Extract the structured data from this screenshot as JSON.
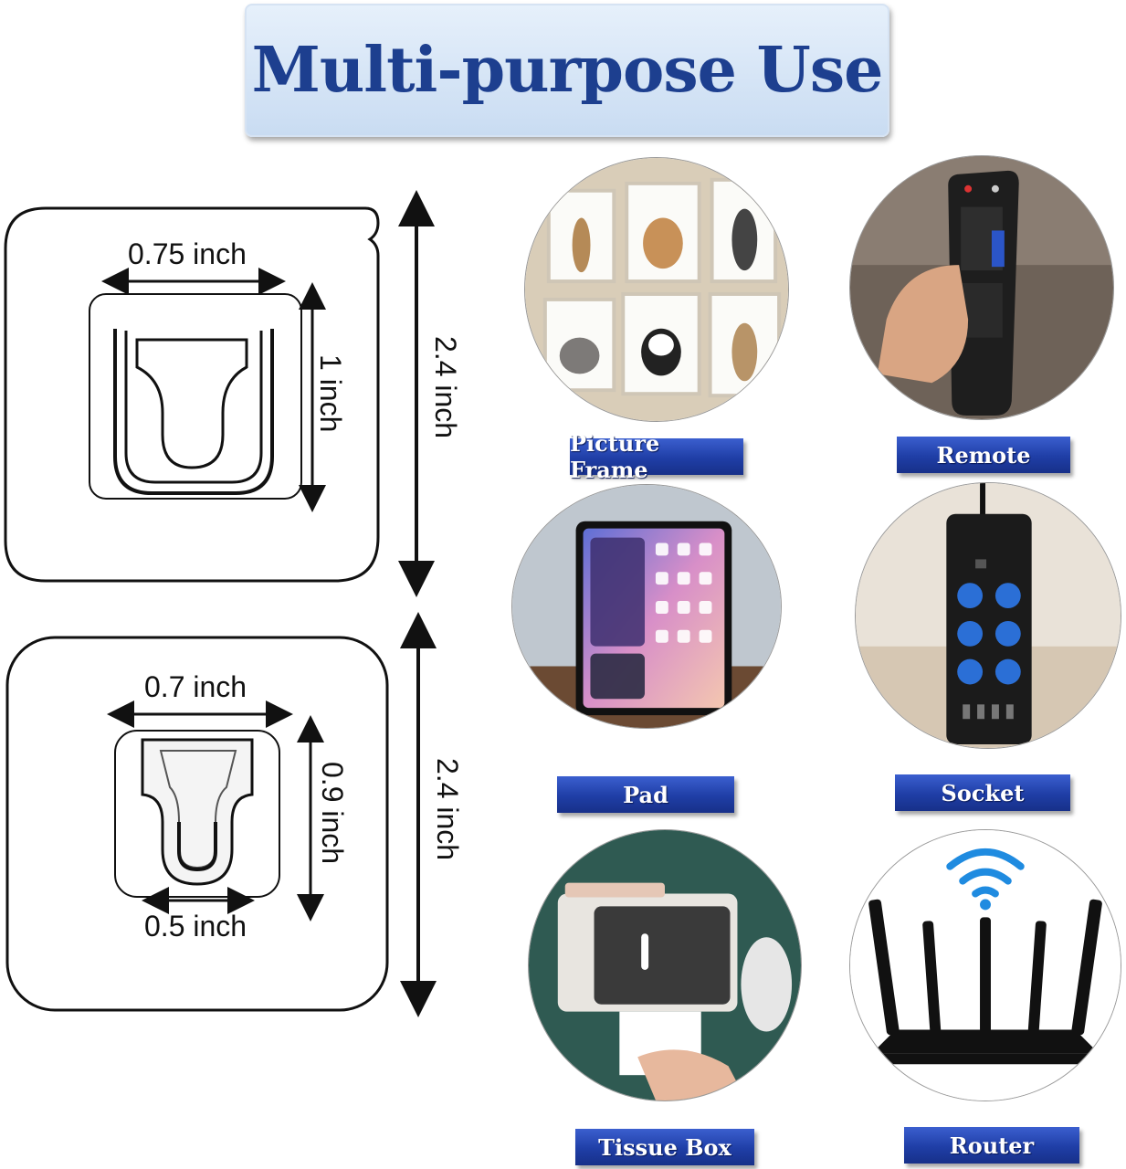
{
  "banner": {
    "title": "Multi-purpose Use"
  },
  "dimensions": {
    "large_hook": {
      "hook_width": "0.75 inch",
      "hook_height": "1 inch",
      "pad_size": "2.4 inch"
    },
    "small_hook": {
      "hook_width": "0.7 inch",
      "hook_height": "0.9 inch",
      "slot_width": "0.5 inch",
      "pad_size": "2.4 inch"
    }
  },
  "uses": [
    {
      "label": "Picture Frame",
      "icon": "picture-frame-photo"
    },
    {
      "label": "Remote",
      "icon": "remote-photo"
    },
    {
      "label": "Pad",
      "icon": "tablet-photo"
    },
    {
      "label": "Socket",
      "icon": "power-strip-photo"
    },
    {
      "label": "Tissue Box",
      "icon": "tissue-box-photo"
    },
    {
      "label": "Router",
      "icon": "router-photo"
    }
  ],
  "colors": {
    "banner_text": "#1d3f8f",
    "label_bg": "#1f3ea6",
    "label_text": "#ffffff"
  }
}
